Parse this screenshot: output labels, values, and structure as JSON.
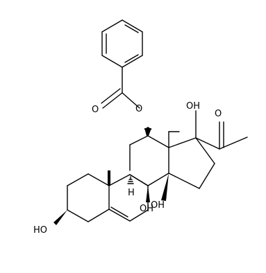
{
  "figure": {
    "kind": "chemical-structure",
    "line_color": "#000000",
    "background": "#ffffff"
  },
  "labels": {
    "ester_oxygen": "O",
    "carbonyl_oxygen_benzoate": "O",
    "c17_hydroxyl": "OH",
    "ketone_oxygen": "O",
    "c14_hydroxyl": "OH",
    "c8_hydroxyl": "OH",
    "c3_hydroxyl": "HO",
    "h9": "H"
  }
}
